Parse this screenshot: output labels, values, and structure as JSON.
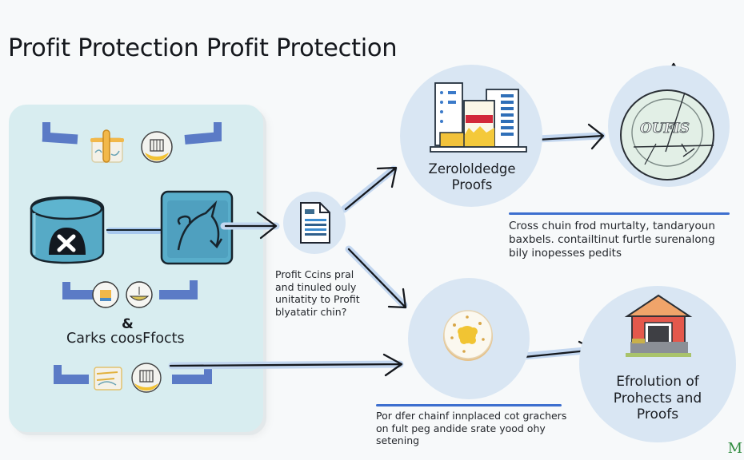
{
  "title": "Profit Protection Profit Protection",
  "left_panel": {
    "top_icons": [
      "pencil-sign-icon",
      "building-coin-icon"
    ],
    "database_icon": "database-x-icon",
    "transform_icon": "bird-arrow-icon",
    "middle_icons": [
      "building-badge-icon",
      "bowl-badge-icon"
    ],
    "ampersand": "&",
    "label": "Carks coosFfocts",
    "bottom_icons": [
      "document-map-icon",
      "building-coin-icon"
    ]
  },
  "nodes": {
    "document": {
      "icon": "document-icon",
      "caption": [
        "Profit  Ccins pral",
        "and tinuled ouly",
        "unitatity to Profit",
        "blyatatir chin?"
      ]
    },
    "zero_knowledge": {
      "icon": "buildings-icon",
      "label": [
        "Zerololdedge",
        "Proofs"
      ]
    },
    "outcome_coin": {
      "icon": "coin-icon",
      "coin_text": "OUFIS"
    },
    "cross_chain_caption": [
      "Cross chuin frod murtalty, tandaryoun",
      "baxbels. contailtinut furtle surenalong",
      "bily inopesses pedits"
    ],
    "gold_coin": {
      "icon": "gold-coin-icon"
    },
    "bottom_caption": [
      "Por dfer chainf innplaced cot grachers",
      "on fult peg andide srate yood ohy",
      "setening"
    ],
    "evolution": {
      "icon": "house-icon",
      "label": [
        "Efrolution of",
        "Prohects and",
        "Proofs"
      ]
    }
  },
  "watermark": "M",
  "colors": {
    "panel": "#d8edf0",
    "bracket": "#5b7bc6",
    "node_bg": "#d9e6f3",
    "accent_rule": "#3d6fcf",
    "arrow": "#15181d"
  }
}
